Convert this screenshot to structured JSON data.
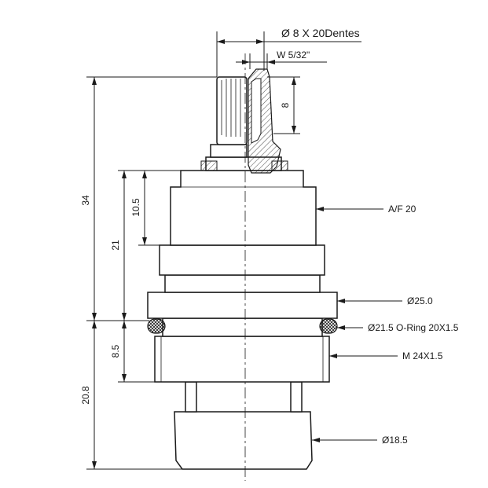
{
  "labels": {
    "spline": "Ø 8 X 20Dentes",
    "flats": "W 5/32\"",
    "dim_8": "8",
    "dim_34": "34",
    "dim_10_5": "10.5",
    "dim_21": "21",
    "af": "A/F 20",
    "dia25": "Ø25.0",
    "oring": "Ø21.5 O-Ring 20X1.5",
    "thread": "M 24X1.5",
    "dim_8_5": "8.5",
    "dim_20_8": "20.8",
    "dia18_5": "Ø18.5"
  }
}
